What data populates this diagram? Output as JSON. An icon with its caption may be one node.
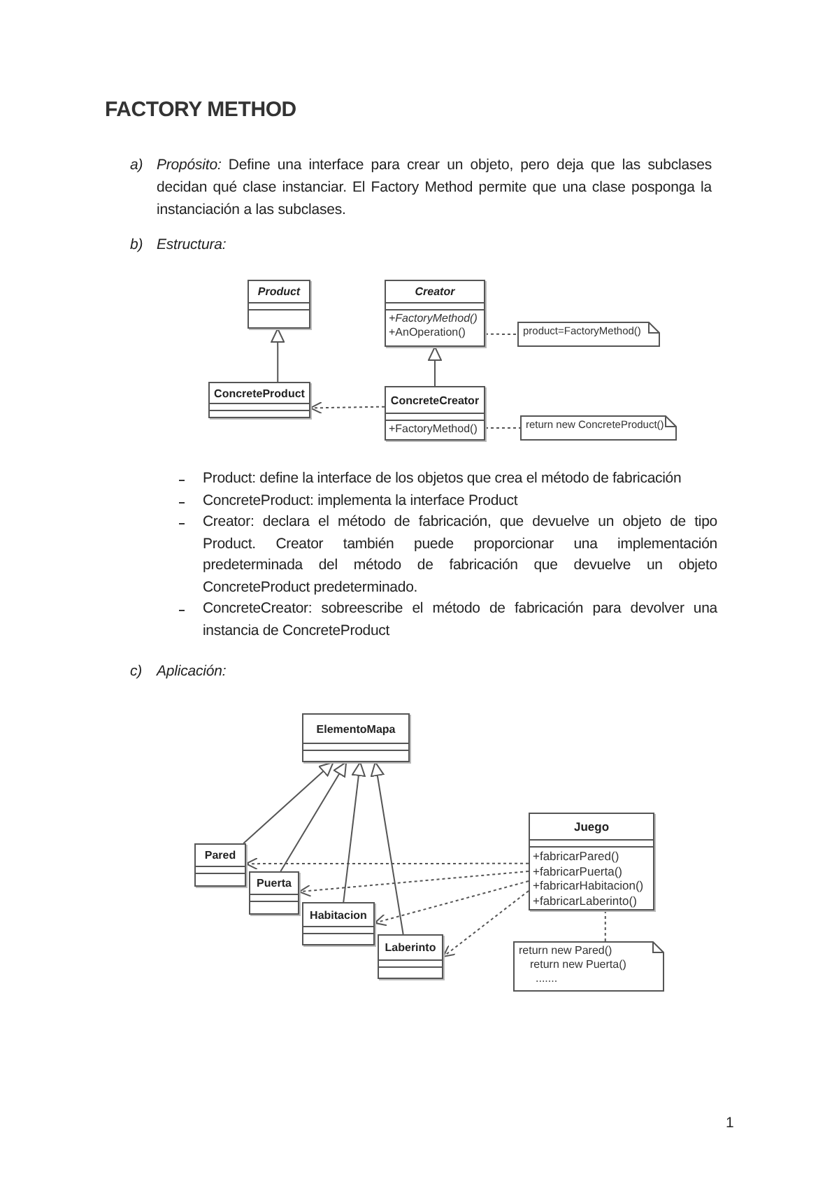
{
  "diagram": {
    "title": "FACTORY METHOD",
    "nodes": [
      {
        "text": [
          "Product"
        ]
      },
      {
        "text": [
          "Creator",
          "+FactoryMethod()",
          "+AnOperation()"
        ]
      },
      {
        "text": [
          "product=FactoryMethod()"
        ]
      },
      {
        "text": [
          "ConcreteProduct"
        ]
      },
      {
        "text": [
          "ConcreteCreator",
          "+FactoryMethod()"
        ]
      },
      {
        "text": [
          "return new ConcreteProduct()"
        ]
      },
      {
        "text": [
          "ElementoMapa"
        ]
      },
      {
        "text": [
          "Pared"
        ]
      },
      {
        "text": [
          "Puerta"
        ]
      },
      {
        "text": [
          "Habitacion"
        ]
      },
      {
        "text": [
          "Laberinto"
        ]
      },
      {
        "text": [
          "Juego",
          "+fabricarPared()",
          "+fabricarPuerta()",
          "+fabricarHabitacion()",
          "+fabricarLaberinto()"
        ]
      },
      {
        "text": [
          "return new Pared()",
          "return new Puerta()",
          "......."
        ]
      }
    ],
    "edges": [
      {
        "from": 3,
        "to": 0,
        "arrow": "to"
      },
      {
        "from": 4,
        "to": 1,
        "arrow": "to"
      },
      {
        "from": 1,
        "to": 2,
        "arrow": "none",
        "style": "dashed"
      },
      {
        "from": 4,
        "to": 3,
        "arrow": "to",
        "style": "dashed"
      },
      {
        "from": 4,
        "to": 5,
        "arrow": "none",
        "style": "dashed"
      },
      {
        "from": 7,
        "to": 6,
        "arrow": "to"
      },
      {
        "from": 8,
        "to": 6,
        "arrow": "to"
      },
      {
        "from": 9,
        "to": 6,
        "arrow": "to"
      },
      {
        "from": 10,
        "to": 6,
        "arrow": "to"
      },
      {
        "from": 11,
        "to": 7,
        "arrow": "to",
        "style": "dashed"
      },
      {
        "from": 11,
        "to": 8,
        "arrow": "to",
        "style": "dashed"
      },
      {
        "from": 11,
        "to": 9,
        "arrow": "to",
        "style": "dashed"
      },
      {
        "from": 11,
        "to": 10,
        "arrow": "to",
        "style": "dashed"
      },
      {
        "from": 11,
        "to": 12,
        "arrow": "none",
        "style": "dashed"
      }
    ],
    "labels": [
      "a)",
      "*Propósito:* Define una interface para crear un objeto, pero deja que las subclases decidan qué clase instanciar. El Factory Method permite que una clase posponga la instanciación a las subclases.",
      "b)",
      "Estructura:",
      "Product: define la interface de los objetos que crea el método de fabricación",
      "ConcreteProduct: implementa la interface Product",
      "Creator: declara el método de fabricación, que devuelve un objeto de tipo Product. Creator también puede proporcionar una implementación predeterminada del método de fabricación que devuelve un objeto ConcreteProduct predeterminado.",
      "ConcreteCreator: sobreescribe el método de fabricación para devolver una instancia de ConcreteProduct",
      "c)",
      "Aplicación:",
      "1"
    ]
  }
}
